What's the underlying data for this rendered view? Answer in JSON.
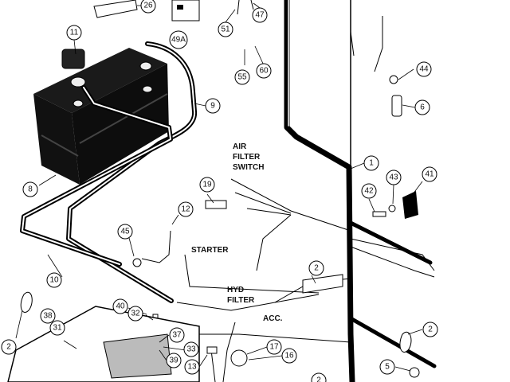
{
  "diagram": {
    "labels": {
      "air_filter_line1": "AIR",
      "air_filter_line2": "FILTER",
      "air_filter_line3": "SWITCH",
      "starter": "STARTER",
      "hyd_line1": "HYD",
      "hyd_line2": "FILTER",
      "acc": "ACC."
    },
    "callouts": {
      "c26": "26",
      "c47": "47",
      "c49a": "49A",
      "c51": "51",
      "c60": "60",
      "c55": "55",
      "c11": "11",
      "c44": "44",
      "c9": "9",
      "c6": "6",
      "c8": "8",
      "c1": "1",
      "c43": "43",
      "c41": "41",
      "c19": "19",
      "c42": "42",
      "c12": "12",
      "c45": "45",
      "c2a": "2",
      "c10": "10",
      "c2b": "2",
      "c40": "40",
      "c32": "32",
      "c38": "38",
      "c31": "31",
      "c37": "37",
      "c2c": "2",
      "c17": "17",
      "c33": "33",
      "c16": "16",
      "c13": "13",
      "c39": "39",
      "c5": "5",
      "c2d": "2"
    }
  }
}
